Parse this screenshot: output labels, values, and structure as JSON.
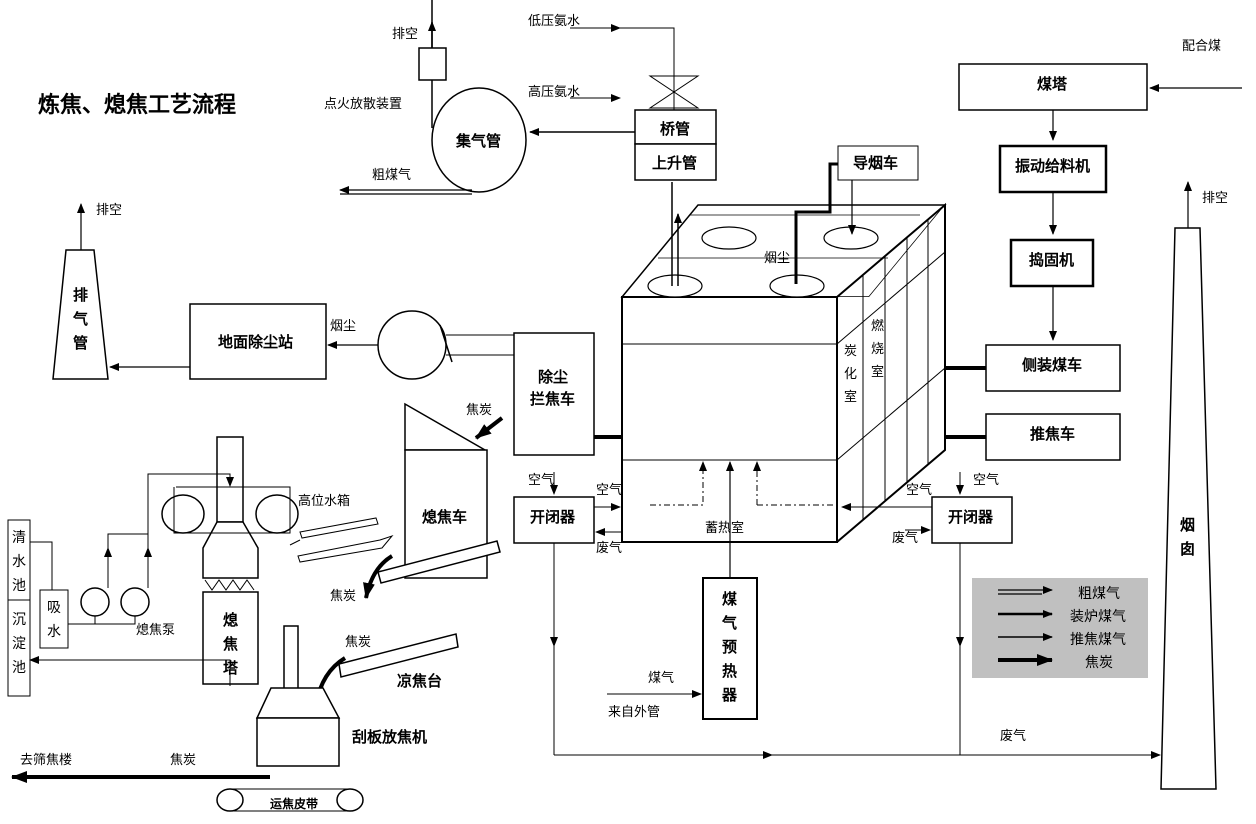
{
  "title": "炼焦、熄焦工艺流程",
  "labels": {
    "vent_top": "排空",
    "ignition": "点火放散装置",
    "low_ammonia": "低压氨水",
    "high_ammonia": "高压氨水",
    "gas_main": "集气管",
    "bridge_pipe": "桥管",
    "riser": "上升管",
    "raw_gas": "粗煤气",
    "blend_coal": "配合煤",
    "coal_tower": "煤塔",
    "vib_feeder": "振动给料机",
    "tamping": "捣固机",
    "side_charger": "侧装煤车",
    "pusher": "推焦车",
    "smoke_car": "导烟车",
    "smoke_dust_top": "烟尘",
    "vent_left": "排空",
    "exhaust_stack": [
      "排",
      "气",
      "管"
    ],
    "ground_dust": "地面除尘站",
    "smoke_dust_left": "烟尘",
    "guide_car": [
      "除尘",
      "拦焦车"
    ],
    "coke_arrow_top": "焦炭",
    "quench_car": "熄焦车",
    "carbon_chamber": [
      "炭",
      "化",
      "室"
    ],
    "combustion_chamber": [
      "燃",
      "烧",
      "室"
    ],
    "regenerator": "蓄热室",
    "air_left": "空气",
    "air_left2": "空气",
    "waste_left": "废气",
    "air_right": "空气",
    "air_right2": "空气",
    "waste_right": "废气",
    "switcher_left": "开闭器",
    "switcher_right": "开闭器",
    "vent_right": "排空",
    "chimney": [
      "烟",
      "囱"
    ],
    "high_tank": "高位水箱",
    "clear_pool": [
      "清",
      "水",
      "池"
    ],
    "settle_pool": [
      "沉",
      "淀",
      "池"
    ],
    "suction": [
      "吸",
      "水"
    ],
    "quench_pump": "熄焦泵",
    "quench_tower": [
      "熄",
      "焦",
      "塔"
    ],
    "coke_arrow_mid": "焦炭",
    "coke_arrow_wharf": "焦炭",
    "wharf": "凉焦台",
    "scraper": "刮板放焦机",
    "to_screen": "去筛焦楼",
    "coke_bottom": "焦炭",
    "conveyor": "运焦皮带",
    "gas": "煤气",
    "from_outer": "来自外管",
    "gas_preheater": [
      "煤",
      "气",
      "预",
      "热",
      "器"
    ],
    "waste_bottom": "废气"
  },
  "legend": [
    "粗煤气",
    "装炉煤气",
    "推焦煤气",
    "焦炭"
  ],
  "colors": {
    "line": "#000000",
    "legend_bg": "#c0c0c0"
  }
}
